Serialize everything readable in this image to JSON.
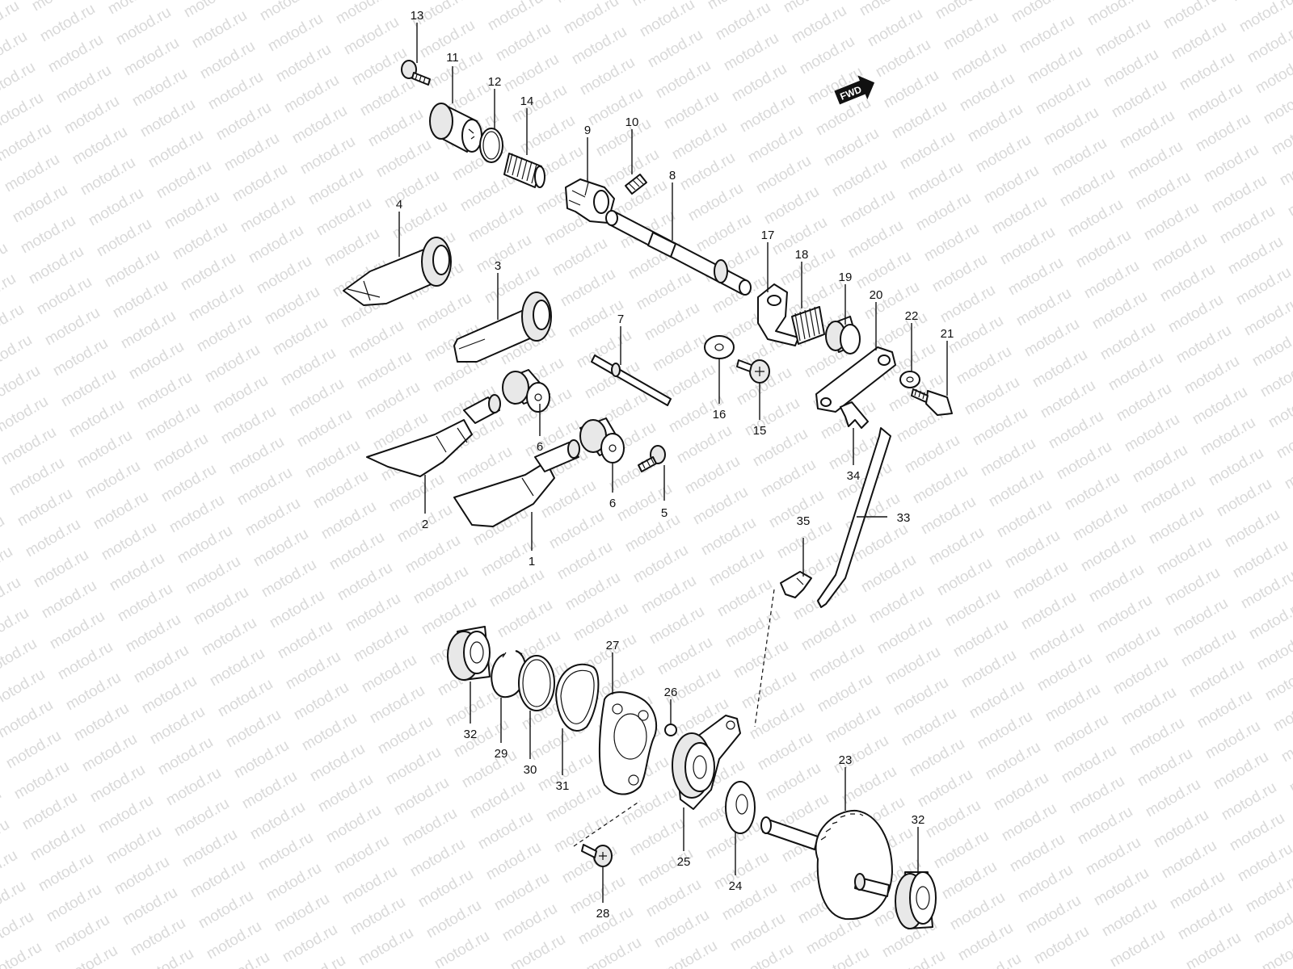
{
  "watermark": "motod.ru",
  "fwd_badge": "FWD",
  "callouts": [
    {
      "id": "c13",
      "text": "13"
    },
    {
      "id": "c11",
      "text": "11"
    },
    {
      "id": "c12",
      "text": "12"
    },
    {
      "id": "c14",
      "text": "14"
    },
    {
      "id": "c9",
      "text": "9"
    },
    {
      "id": "c10",
      "text": "10"
    },
    {
      "id": "c8",
      "text": "8"
    },
    {
      "id": "c4",
      "text": "4"
    },
    {
      "id": "c3",
      "text": "3"
    },
    {
      "id": "c7",
      "text": "7"
    },
    {
      "id": "c17",
      "text": "17"
    },
    {
      "id": "c18",
      "text": "18"
    },
    {
      "id": "c19",
      "text": "19"
    },
    {
      "id": "c20",
      "text": "20"
    },
    {
      "id": "c22",
      "text": "22"
    },
    {
      "id": "c21",
      "text": "21"
    },
    {
      "id": "c16",
      "text": "16"
    },
    {
      "id": "c15",
      "text": "15"
    },
    {
      "id": "c6a",
      "text": "6"
    },
    {
      "id": "c6b",
      "text": "6"
    },
    {
      "id": "c5",
      "text": "5"
    },
    {
      "id": "c2",
      "text": "2"
    },
    {
      "id": "c1",
      "text": "1"
    },
    {
      "id": "c34",
      "text": "34"
    },
    {
      "id": "c33",
      "text": "33"
    },
    {
      "id": "c35",
      "text": "35"
    },
    {
      "id": "c27",
      "text": "27"
    },
    {
      "id": "c26",
      "text": "26"
    },
    {
      "id": "c32a",
      "text": "32"
    },
    {
      "id": "c29",
      "text": "29"
    },
    {
      "id": "c30",
      "text": "30"
    },
    {
      "id": "c31",
      "text": "31"
    },
    {
      "id": "c23",
      "text": "23"
    },
    {
      "id": "c32b",
      "text": "32"
    },
    {
      "id": "c25",
      "text": "25"
    },
    {
      "id": "c24",
      "text": "24"
    },
    {
      "id": "c28",
      "text": "28"
    }
  ]
}
